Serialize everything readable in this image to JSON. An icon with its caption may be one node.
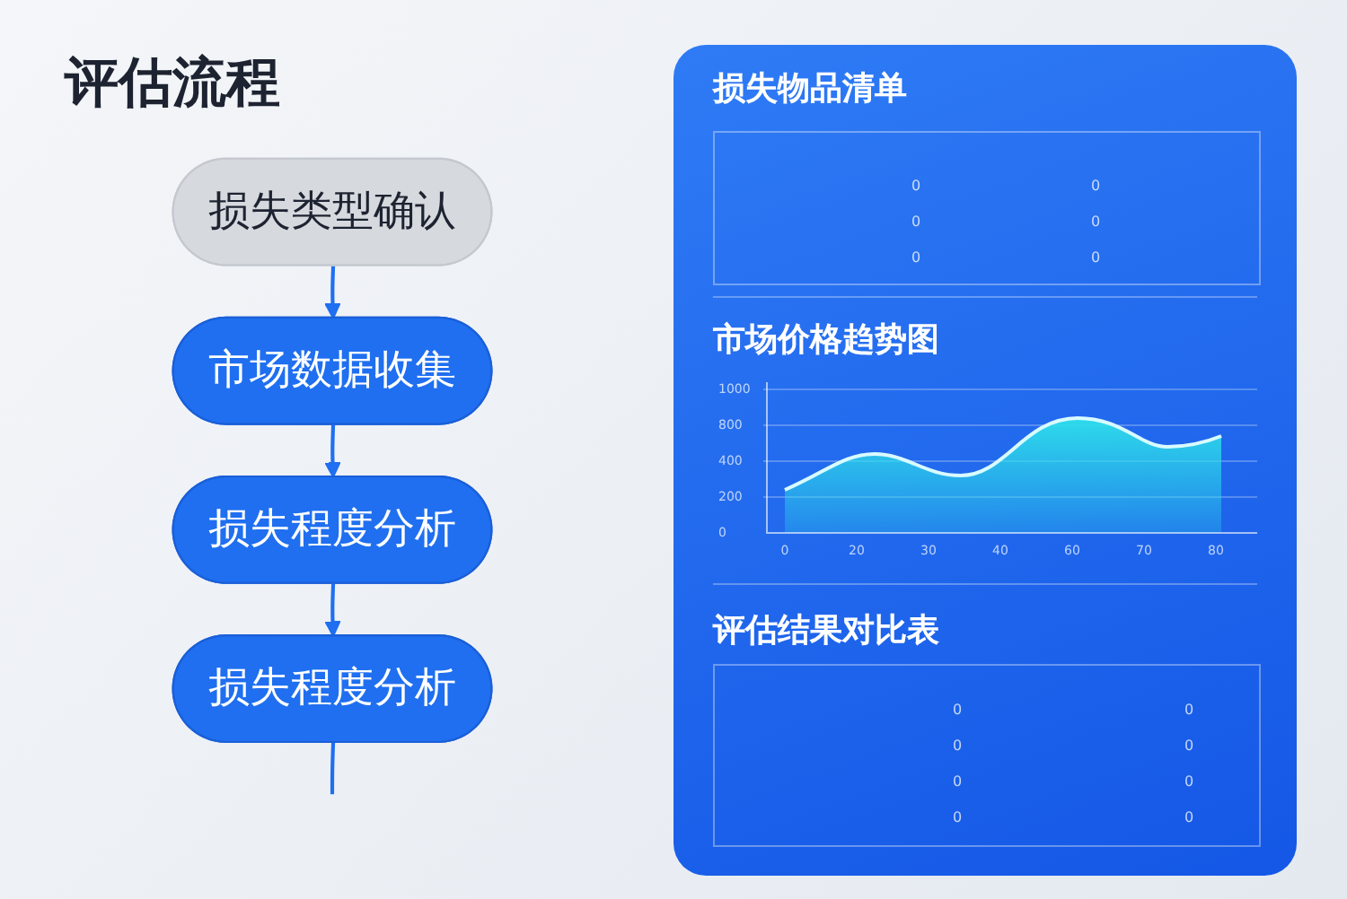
{
  "diagram": {
    "title": "评估流程",
    "nodes": [
      {
        "text": [
          "损失类型确认"
        ]
      },
      {
        "text": [
          "市场数据收集"
        ]
      },
      {
        "text": [
          "损失程度分析"
        ]
      },
      {
        "text": [
          "损失程度分析"
        ]
      }
    ],
    "edges": [
      {
        "from": 0,
        "to": 1,
        "arrow": "to"
      },
      {
        "from": 1,
        "to": 2,
        "arrow": "to"
      },
      {
        "from": 2,
        "to": 3,
        "arrow": "to"
      },
      {
        "from": 3,
        "to": null,
        "arrow": "none"
      }
    ],
    "labels": [
      "损失物品清单",
      "0",
      "0",
      "0",
      "0",
      "0",
      "0",
      "市场价格趋势图",
      "1000",
      "800",
      "400",
      "200",
      "0",
      "0",
      "20",
      "30",
      "40",
      "60",
      "70",
      "80",
      "评估结果对比表",
      "0",
      "0",
      "0",
      "0",
      "0",
      "0",
      "0",
      "0"
    ]
  }
}
